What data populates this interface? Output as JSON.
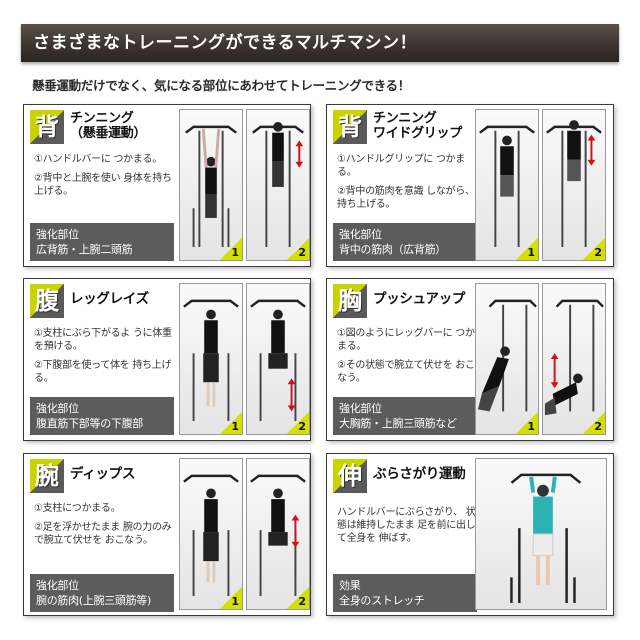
{
  "header": {
    "title": "さまざまなトレーニングができるマルチマシン！",
    "subtitle": "懸垂運動だけでなく、気になる部位にあわせてトレーニングできる！"
  },
  "colors": {
    "banner": "#3e3431",
    "badge_accent": "#c8d400",
    "badge_dark": "#5a5a5a",
    "effect_box": "#5c5c5c",
    "arrow": "#d0101a",
    "step_marker": "#d4e000"
  },
  "cards": [
    {
      "kanji": "背",
      "title_line1": "チンニング",
      "title_line2": "（懸垂運動）",
      "step1": "①ハンドルバーに つかまる。",
      "step2": "②背中と上腕を使い 身体を持ち上げる。",
      "effect_label": "強化部位",
      "effect_value": "広背筋・上腕二頭筋",
      "photo1_num": "1",
      "photo2_num": "2"
    },
    {
      "kanji": "背",
      "title_line1": "チンニング",
      "title_line2": "ワイドグリップ",
      "step1": "①ハンドルグリップに つかまる。",
      "step2": "②背中の筋肉を意識 しながら、持ち上げる。",
      "effect_label": "強化部位",
      "effect_value": "背中の筋肉（広背筋）",
      "photo1_num": "1",
      "photo2_num": "2"
    },
    {
      "kanji": "腹",
      "title_line1": "レッグレイズ",
      "step1": "①支柱にぶら下がるよ うに体重を預ける。",
      "step2": "②下腹部を使って体を 持ち上げる。",
      "effect_label": "強化部位",
      "effect_value": "腹直筋下部等の下腹部",
      "photo1_num": "1",
      "photo2_num": "2"
    },
    {
      "kanji": "胸",
      "title_line1": "プッシュアップ",
      "step1": "①図のようにレッグバーに つかまる。",
      "step2": "②その状態で腕立て伏せを おこなう。",
      "effect_label": "強化部位",
      "effect_value": "大胸筋・上腕三頭筋など",
      "photo1_num": "1",
      "photo2_num": "2"
    },
    {
      "kanji": "腕",
      "title_line1": "ディップス",
      "step1": "①支柱につかまる。",
      "step2": "②足を浮かせたまま 腕の力のみで腕立て伏せを おこなう。",
      "effect_label": "強化部位",
      "effect_value": "腕の筋肉(上腕三頭筋等)",
      "photo1_num": "1",
      "photo2_num": "2"
    },
    {
      "kanji": "伸",
      "title_line1": "ぶらさがり運動",
      "step1": "ハンドルバーにぶらさがり、 状態は維持したまま 足を前に出して全身を 伸ばす。",
      "effect_label": "効果",
      "effect_value": "全身のストレッチ"
    }
  ]
}
